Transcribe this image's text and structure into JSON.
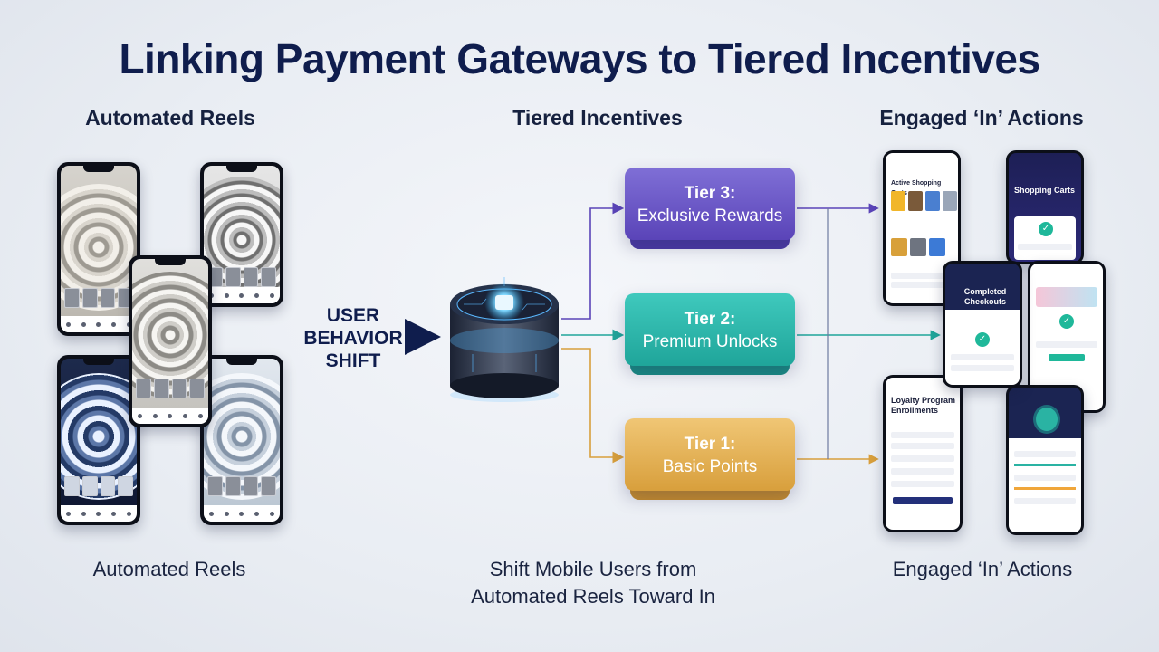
{
  "title": "Linking Payment Gateways to Tiered Incentives",
  "columns": {
    "left_top": "Automated Reels",
    "middle_top": "Tiered Incentives",
    "right_top": "Engaged ‘In’ Actions",
    "left_bottom": "Automated Reels",
    "middle_bottom_line1": "Shift Mobile Users from",
    "middle_bottom_line2": "Automated Reels Toward In",
    "right_bottom": "Engaged ‘In’ Actions"
  },
  "user_behavior": {
    "line1": "USER",
    "line2": "BEHAVIOR",
    "line3": "SHIFT"
  },
  "tiers": [
    {
      "label": "Tier 3:",
      "name": "Exclusive Rewards",
      "color": "#6552c4"
    },
    {
      "label": "Tier 2:",
      "name": "Premium Unlocks",
      "color": "#2bb5aa"
    },
    {
      "label": "Tier 1:",
      "name": "Basic Points",
      "color": "#e2b055"
    }
  ],
  "right_phones": {
    "shopping_title": "Active Shopping Carts",
    "shopping_section": "Shopping Carts",
    "completed_title_line1": "Completed",
    "completed_title_line2": "Checkouts",
    "loyalty_title_line1": "Loyalty Program",
    "loyalty_title_line2": "Enrollments"
  },
  "colors": {
    "title": "#0f1d4d",
    "arrow_purple": "#5a44b8",
    "arrow_teal": "#1fa59a",
    "arrow_gold": "#d89f3c"
  }
}
